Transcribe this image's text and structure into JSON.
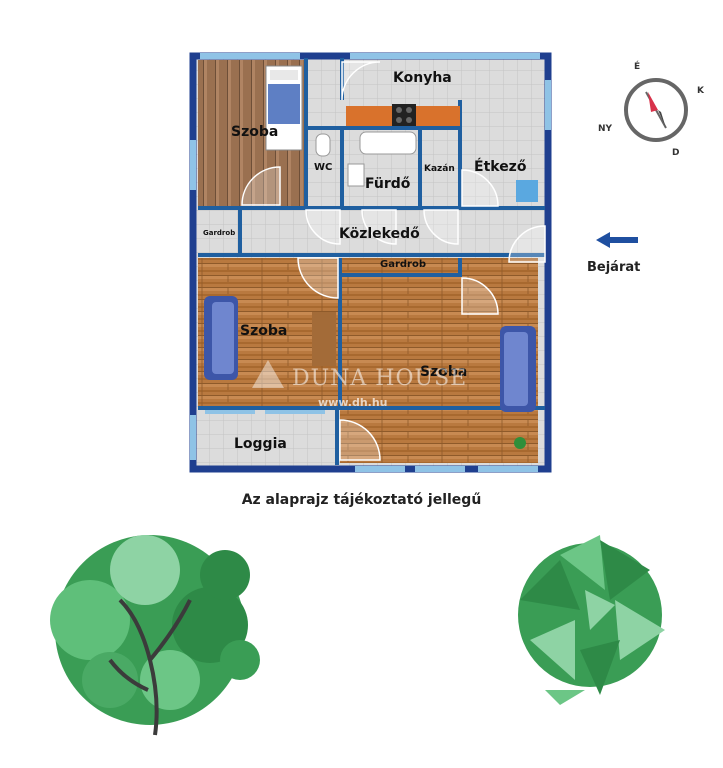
{
  "rooms": {
    "szoba_top": "Szoba",
    "konyha": "Konyha",
    "wc": "WC",
    "furdo": "Fürdő",
    "kazan": "Kazán",
    "etkezo": "Étkező",
    "gardrob_small": "Gardrob",
    "kozlekedo": "Közlekedő",
    "gardrob_hall": "Gardrob",
    "szoba_left": "Szoba",
    "szoba_right": "Szoba",
    "loggia": "Loggia"
  },
  "entrance_label": "Bejárat",
  "caption": "Az alaprajz tájékoztató jellegű",
  "watermark": {
    "name": "DUNA HOUSE",
    "url": "www.dh.hu"
  },
  "compass": {
    "north": "É",
    "east": "K",
    "south": "D",
    "northwest": "NY"
  },
  "colors": {
    "wall": "#1f3f8f",
    "window": "#8fc3e6",
    "tile": "#d9d9d9",
    "wood": "#b87a45",
    "compass_red": "#d8324a",
    "tree_green": "#3aa25a"
  }
}
